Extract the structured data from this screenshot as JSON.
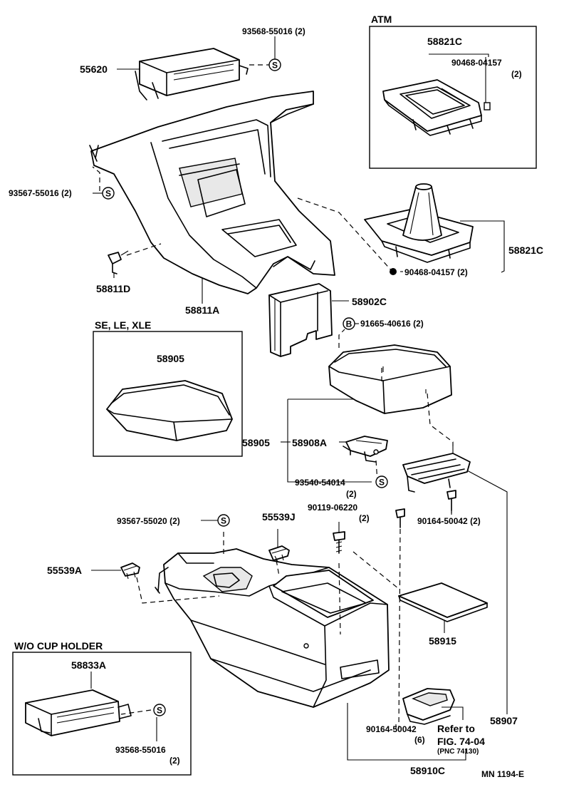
{
  "diagram_code": "MN 1194-E",
  "boxes": {
    "atm": "ATM",
    "trim": "SE, LE, XLE",
    "wo_cup": "W/O CUP  HOLDER"
  },
  "symbol_letters": {
    "s": "S",
    "b": "B"
  },
  "labels": {
    "p55620": "55620",
    "p93568_55016_top": "93568-55016 (2)",
    "p93567_55016": "93567-55016 (2)",
    "p58811D": "58811D",
    "p58811A": "58811A",
    "p58821C_atm": "58821C",
    "p90468_atm": "90468-04157",
    "p90468_atm_qty": "(2)",
    "p58821C": "58821C",
    "p90468": "90468-04157 (2)",
    "p58902C": "58902C",
    "p91665": "91665-40616 (2)",
    "p58905_box": "58905",
    "p58905": "58905",
    "p58908A": "58908A",
    "p93540": "93540-54014",
    "p93540_qty": "(2)",
    "p90119": "90119-06220",
    "p90119_qty": "(2)",
    "p93567_55020": "93567-55020 (2)",
    "p55539J": "55539J",
    "p90164_top": "90164-50042 (2)",
    "p55539A": "55539A",
    "p58915": "58915",
    "p58833A": "58833A",
    "p93568_55016_box": "93568-55016",
    "p93568_55016_box_qty": "(2)",
    "p58907": "58907",
    "p90164_bottom": "90164-50042",
    "p90164_bottom_qty": "(6)",
    "refer_to": "Refer to",
    "refer_fig": "FIG. 74-04",
    "refer_pnc": "(PNC 74130)",
    "p58910C": "58910C"
  }
}
